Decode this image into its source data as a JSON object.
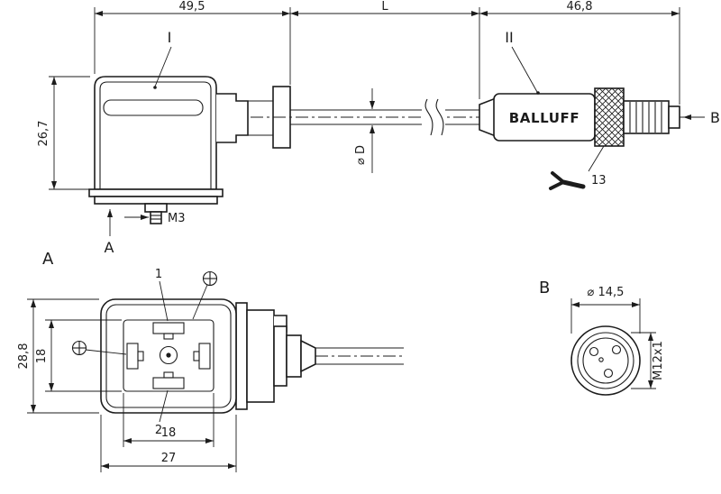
{
  "colors": {
    "line": "#1c1c1c",
    "bg": "#ffffff"
  },
  "side_view": {
    "dim_left": "49,5",
    "dim_mid": "L",
    "dim_right": "46,8",
    "dim_height": "26,7",
    "label_I": "I",
    "label_II": "II",
    "label_A": "A",
    "label_B": "B",
    "label_M3": "M3",
    "label_cable_dia": "⌀ D",
    "brand": "BALLUFF",
    "wrench_size": "13"
  },
  "view_a": {
    "title": "A",
    "dim_outer_h": "28,8",
    "dim_inner_h": "18",
    "dim_inner_w": "18",
    "dim_outer_w": "27",
    "pin1": "1",
    "pin2": "2"
  },
  "view_b": {
    "title": "B",
    "dim_dia": "⌀ 14,5",
    "dim_thread": "M12x1"
  }
}
